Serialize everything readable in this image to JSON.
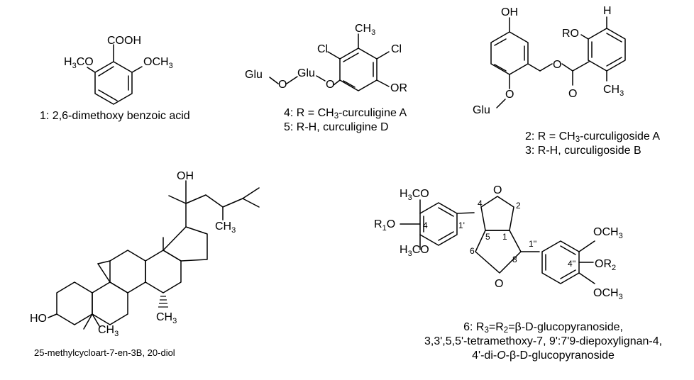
{
  "compounds": [
    {
      "id": "c1",
      "labels": {
        "cooh": "COOH",
        "left_ome": "H3CO",
        "right_ome": "OCH3"
      },
      "caption": "1: 2,6-dimethoxy benzoic acid"
    },
    {
      "id": "c45",
      "labels": {
        "ch3": "CH3",
        "cl_left": "Cl",
        "cl_right": "Cl",
        "glu1": "Glu",
        "o1": "O",
        "glu2": "Glu",
        "o2": "O",
        "or": "OR"
      },
      "caption_lines": [
        "4: R = CH3-curculigine A",
        "5: R-H, curculigine D"
      ]
    },
    {
      "id": "c23",
      "labels": {
        "oh": "OH",
        "ro": "RO",
        "h": "H",
        "o_ether": "O",
        "o_aryl": "O",
        "glu": "Glu",
        "o_carbonyl": "O",
        "ch3": "CH3"
      },
      "caption_lines": [
        "2: R = CH3-curculigoside A",
        "3: R-H, curculigoside B"
      ]
    },
    {
      "id": "c_sterol",
      "labels": {
        "oh_side": "OH",
        "ch3_side": "CH3",
        "ch3_c14": "CH3",
        "ho": "HO",
        "ch3_c4": "CH3"
      },
      "caption": "25-methylcycloart-7-en-3B, 20-diol"
    },
    {
      "id": "c6",
      "labels": {
        "ome_top": "H3CO",
        "r1o": "R1O",
        "ome_bottom": "H3CO",
        "n4": "4",
        "n4b": "4",
        "n1p": "1'",
        "n2": "2",
        "n5": "5",
        "n1": "1",
        "n6": "6",
        "n8": "8",
        "o_top": "O",
        "o_bottom": "O",
        "n1pp": "1''",
        "n4pp": "4''",
        "ome_r_top": "OCH3",
        "or2": "OR2",
        "ome_r_bottom": "OCH3"
      },
      "caption_lines": [
        "6: R3=R2=β-D-glucopyranoside,",
        "3,3',5,5'-tetramethoxy-7, 9':7'9-diepoxylignan-4,",
        "4'-di-O-β-D-glucopyranoside"
      ]
    }
  ]
}
